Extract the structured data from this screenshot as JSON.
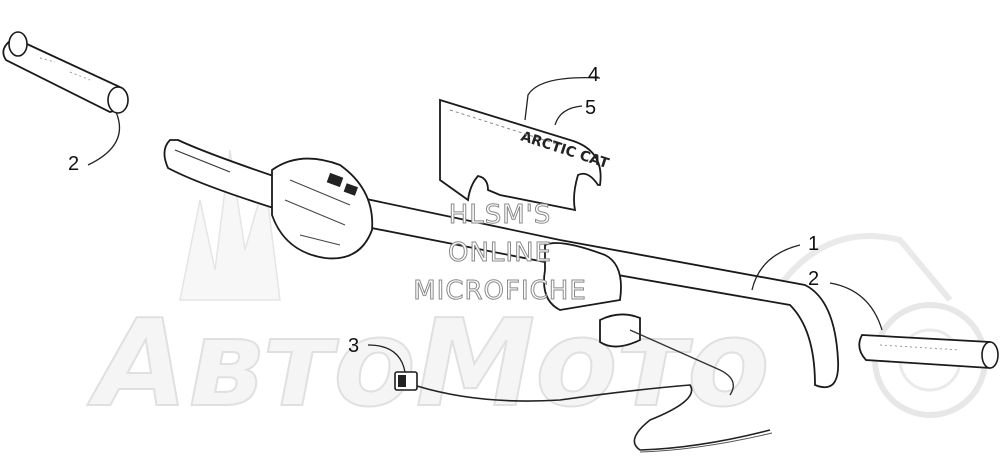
{
  "callouts": [
    {
      "id": "1",
      "label": "1"
    },
    {
      "id": "2a",
      "label": "2"
    },
    {
      "id": "2b",
      "label": "2"
    },
    {
      "id": "3",
      "label": "3"
    },
    {
      "id": "4",
      "label": "4"
    },
    {
      "id": "5",
      "label": "5"
    }
  ],
  "pad_logo": "ARCTIC CAT",
  "watermark": {
    "line1": "HLSM'S",
    "line2": "ONLINE",
    "line3": "MICROFICHE",
    "background_logo": "АвтоМото"
  },
  "colors": {
    "line": "#1a1a1a",
    "watermark_stroke": "#8a8a8a",
    "background_logo": "#e3e3e3"
  }
}
